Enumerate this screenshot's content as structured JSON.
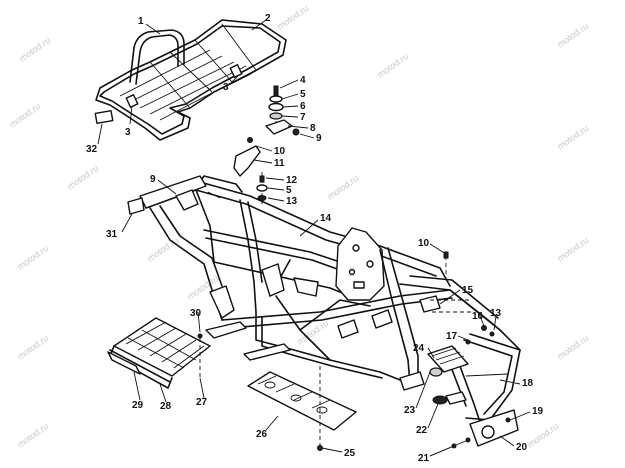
{
  "watermark_text": "motod.ru",
  "callouts": [
    "1",
    "2",
    "3",
    "3",
    "4",
    "5",
    "6",
    "7",
    "8",
    "9",
    "10",
    "11",
    "9",
    "12",
    "5",
    "13",
    "14",
    "31",
    "32",
    "10",
    "15",
    "16",
    "13",
    "17",
    "30",
    "24",
    "18",
    "23",
    "19",
    "22",
    "20",
    "21",
    "29",
    "28",
    "27",
    "26",
    "25"
  ]
}
